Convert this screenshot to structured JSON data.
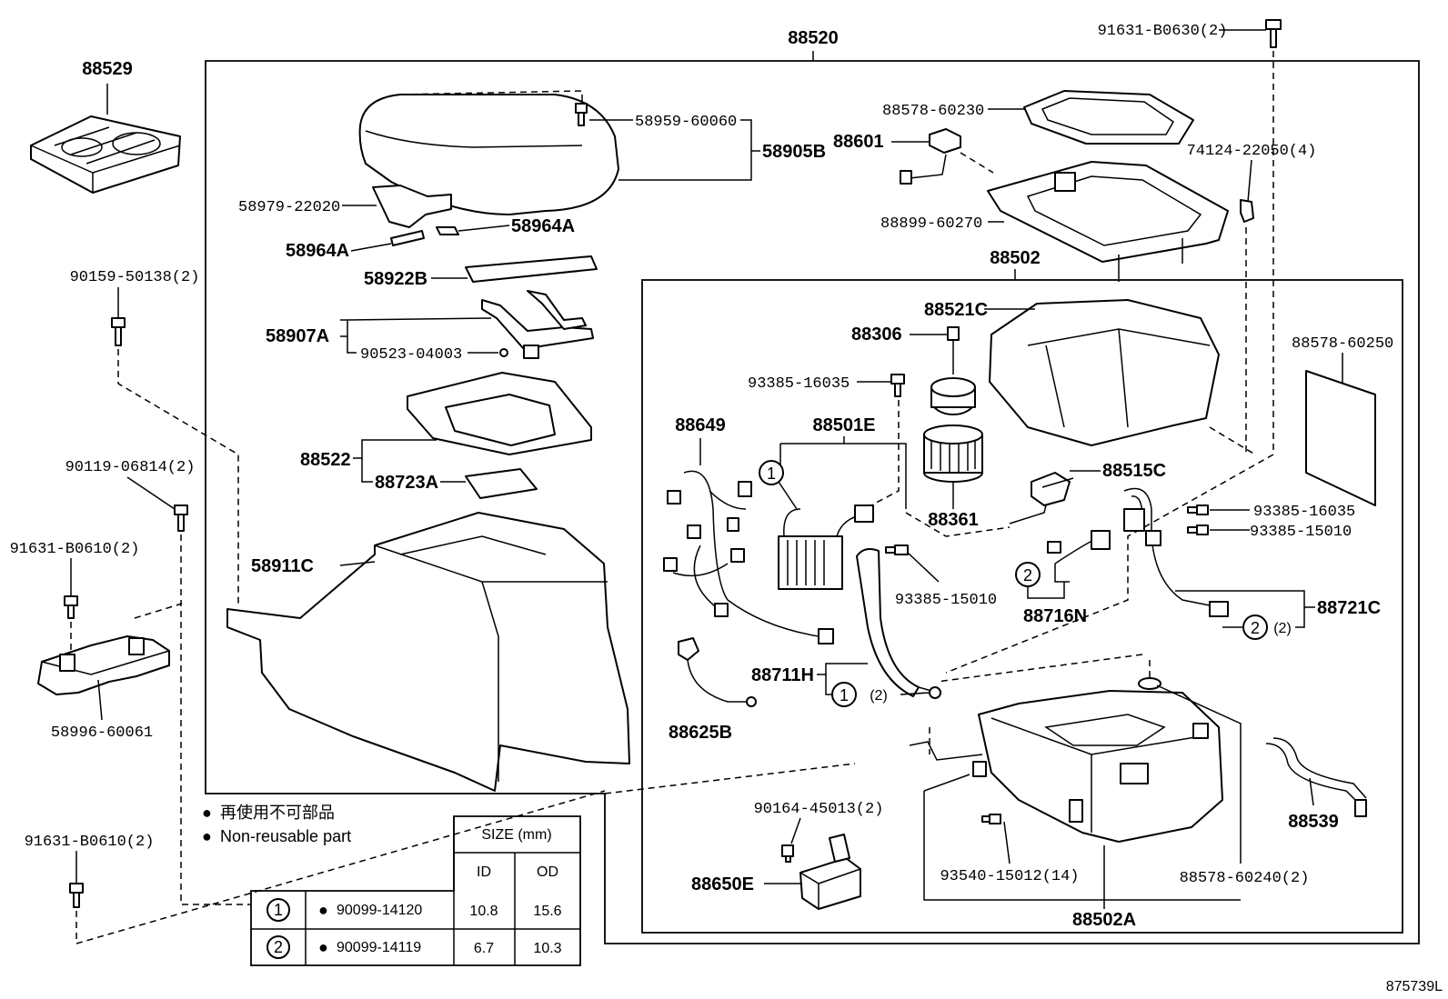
{
  "assembly": {
    "main": "88520",
    "inner_group": "88502"
  },
  "parts": {
    "p88529": "88529",
    "p90159": "90159-50138(2)",
    "p90119": "90119-06814(2)",
    "p91631_a": "91631-B0610(2)",
    "p58996": "58996-60061",
    "p91631_b": "91631-B0610(2)",
    "p91631_top": "91631-B0630(2)",
    "p58959": "58959-60060",
    "p58905B": "58905B",
    "p58979": "58979-22020",
    "p58964A_r": "58964A",
    "p58964A_l": "58964A",
    "p58922B": "58922B",
    "p58907A": "58907A",
    "p90523": "90523-04003",
    "p88522": "88522",
    "p88723A": "88723A",
    "p58911C": "58911C",
    "p88578_230": "88578-60230",
    "p88601": "88601",
    "p88899": "88899-60270",
    "p74124": "74124-22050(4)",
    "p88521C": "88521C",
    "p88306": "88306",
    "p93385_16035_a": "93385-16035",
    "p88578_250": "88578-60250",
    "p88649": "88649",
    "p88501E": "88501E",
    "p88515C": "88515C",
    "p88361": "88361",
    "p93385_16035_b": "93385-16035",
    "p93385_15010_b": "93385-15010",
    "p93385_15010_a": "93385-15010",
    "p88716N": "88716N",
    "p88721C": "88721C",
    "p88711H": "88711H",
    "p88625B": "88625B",
    "p90164": "90164-45013(2)",
    "p88650E": "88650E",
    "p93540": "93540-15012(14)",
    "p88578_240": "88578-60240(2)",
    "p88502A": "88502A",
    "p88539": "88539"
  },
  "callouts": {
    "one": "1",
    "two": "2",
    "qty2": "(2)"
  },
  "legend": {
    "bullet": "●",
    "jp": "再使用不可部品",
    "en": "Non-reusable part"
  },
  "table": {
    "size_header": "SIZE (mm)",
    "id_header": "ID",
    "od_header": "OD",
    "rows": [
      {
        "mark": "1",
        "part": "90099-14120",
        "id": "10.8",
        "od": "15.6"
      },
      {
        "mark": "2",
        "part": "90099-14119",
        "id": "6.7",
        "od": "10.3"
      }
    ]
  },
  "figure_code": "875739L"
}
